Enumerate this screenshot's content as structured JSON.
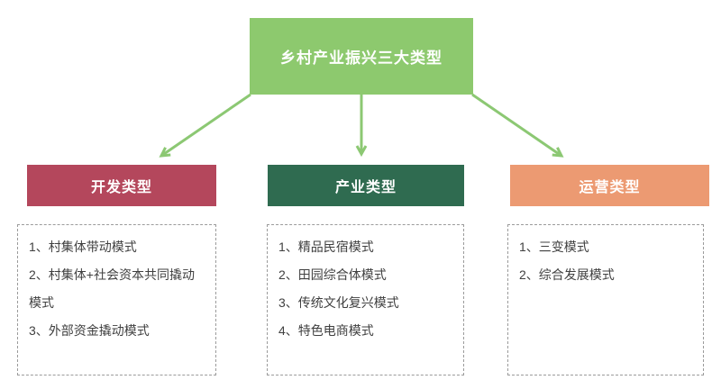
{
  "diagram": {
    "title": "乡村产业振兴三大类型",
    "colors": {
      "root_bg": "#8DC96E",
      "arrow": "#8CC873",
      "development_bg": "#B4475C",
      "industry_bg": "#2F6B50",
      "operation_bg": "#EC9A72",
      "list_text": "#404040",
      "list_border": "#9B9B9B"
    },
    "columns": [
      {
        "header": "开发类型",
        "bg": "#B4475C",
        "items": [
          "1、村集体带动模式",
          "2、村集体+社会资本共同撬动模式",
          "3、外部资金撬动模式"
        ]
      },
      {
        "header": "产业类型",
        "bg": "#2F6B50",
        "items": [
          "1、精品民宿模式",
          "2、田园综合体模式",
          "3、传统文化复兴模式",
          "4、特色电商模式"
        ]
      },
      {
        "header": "运营类型",
        "bg": "#EC9A72",
        "items": [
          "1、三变模式",
          "2、综合发展模式"
        ]
      }
    ]
  }
}
